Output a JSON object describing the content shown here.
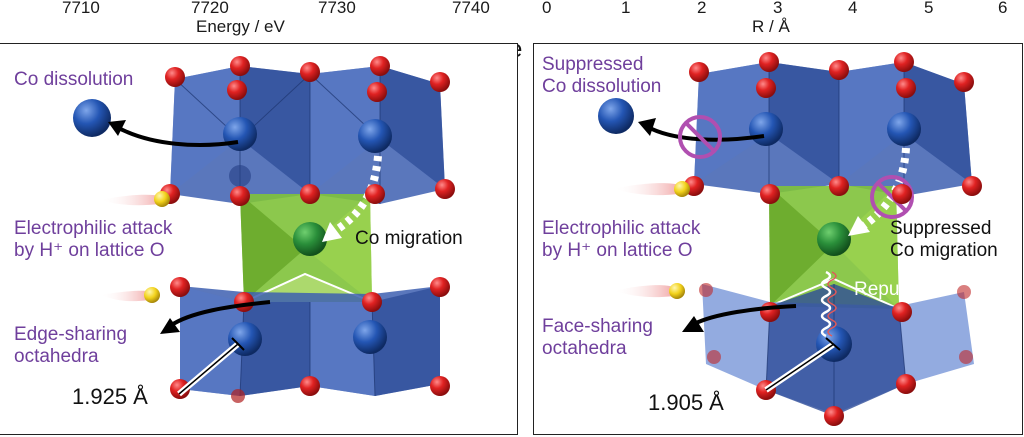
{
  "top_axes": {
    "energy_ticks": [
      "7710",
      "7720",
      "7730",
      "7740"
    ],
    "energy_label": "Energy / eV",
    "r_ticks": [
      "0",
      "1",
      "2",
      "3",
      "4",
      "5",
      "6"
    ],
    "r_label": "R / Å"
  },
  "panel_d": {
    "co_dissolution": "Co dissolution",
    "electrophilic_line1": "Electrophilic attack",
    "electrophilic_line2": "by H⁺ on lattice O",
    "co_migration": "Co migration",
    "sharing_line1": "Edge-sharing",
    "sharing_line2": "octahedra",
    "bond_length": "1.925 Å"
  },
  "panel_e": {
    "letter": "e",
    "dissolution_line1": "Suppressed",
    "dissolution_line2": "Co dissolution",
    "electrophilic_line1": "Electrophilic attack",
    "electrophilic_line2": "by H⁺ on lattice O",
    "migration_line1": "Suppressed",
    "migration_line2": "Co migration",
    "repulsion": "Repulsion",
    "sharing_line1": "Face-sharing",
    "sharing_line2": "octahedra",
    "bond_length": "1.905 Å"
  },
  "colors": {
    "octahedron_blue": "#3d5fb0",
    "octahedron_green": "#7fc23a",
    "oxygen_red": "#d81e1e",
    "cobalt_blue": "#1f4fa6",
    "proton_yellow": "#f2d21b",
    "label_purple": "#6f3f9c",
    "suppress_magenta": "#b04fb0"
  }
}
